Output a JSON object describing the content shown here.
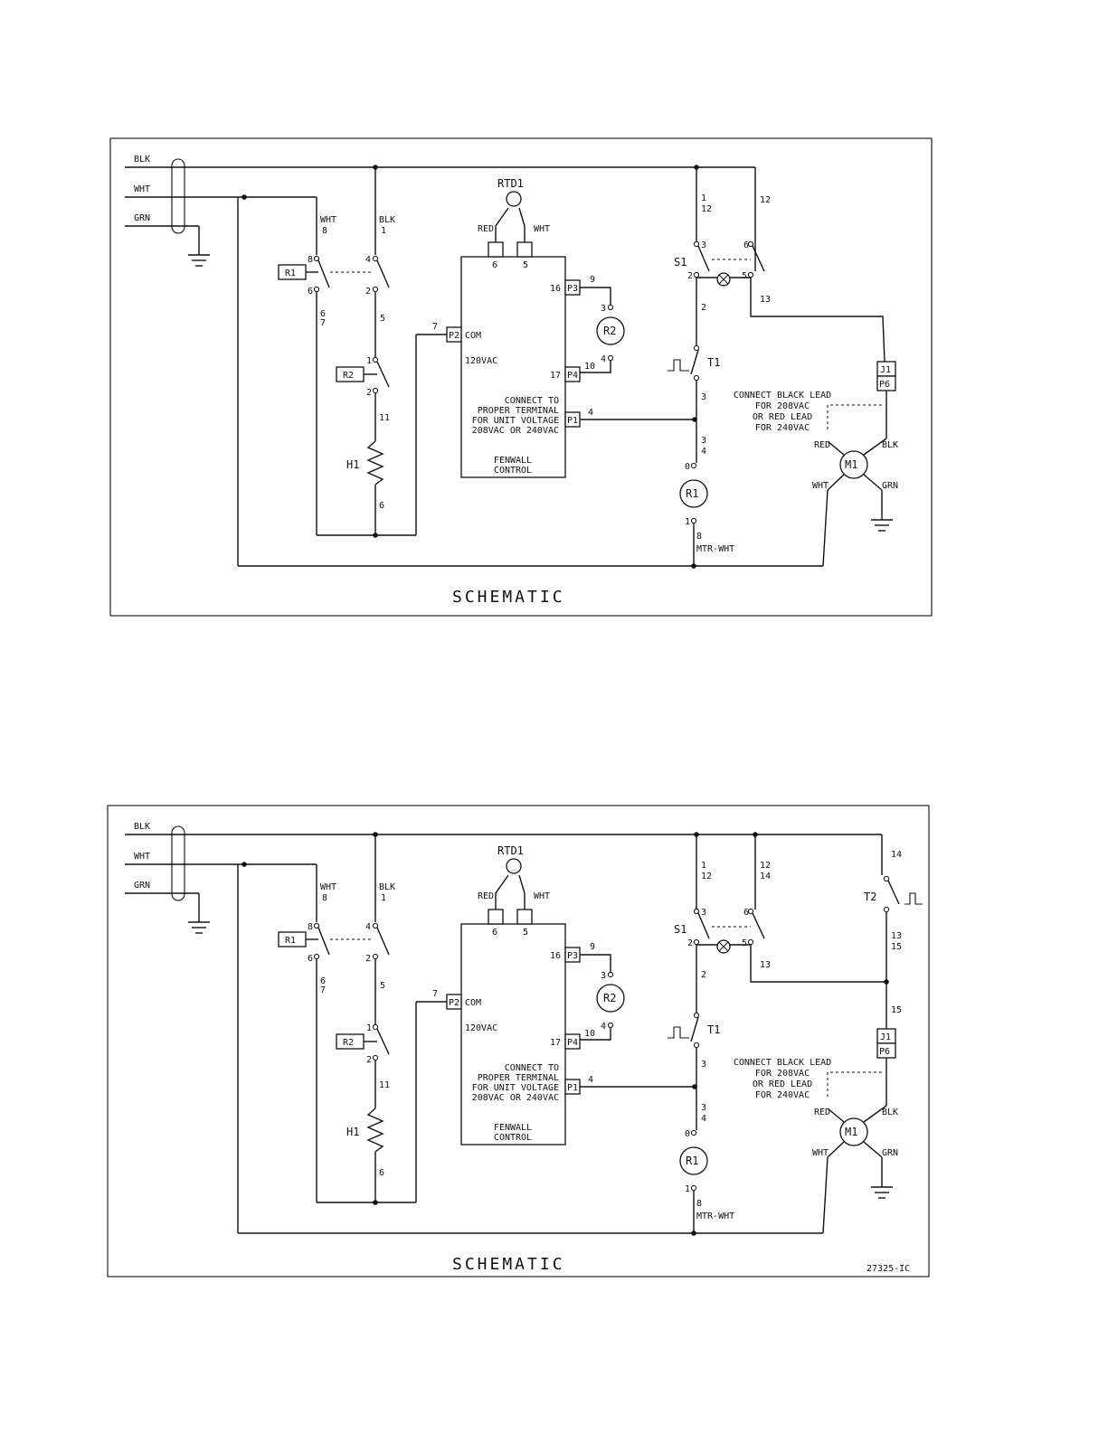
{
  "schematics": [
    {
      "title": "SCHEMATIC",
      "drawing_number": "",
      "variant": "single-thermostat"
    },
    {
      "title": "SCHEMATIC",
      "drawing_number": "27325-IC",
      "variant": "dual-thermostat"
    }
  ],
  "labels": {
    "blk": "BLK",
    "wht": "WHT",
    "grn": "GRN",
    "red": "RED",
    "wht8": "8",
    "blk1": "1",
    "r1": "R1",
    "r2": "R2",
    "h1": "H1",
    "s1": "S1",
    "t1": "T1",
    "t2": "T2",
    "m1": "M1",
    "rtd": "RTD1",
    "j1": "J1",
    "p6": "P6",
    "p1": "P1",
    "p2": "P2",
    "p3": "P3",
    "p4": "P4",
    "com": "COM",
    "v120": "120VAC",
    "connect_to": [
      "CONNECT TO",
      "PROPER TERMINAL",
      "FOR UNIT VOLTAGE",
      "208VAC OR 240VAC"
    ],
    "fenwall": [
      "FENWALL",
      "CONTROL"
    ],
    "lead_note": [
      "CONNECT BLACK LEAD",
      "FOR 208VAC",
      "OR RED LEAD",
      "FOR 240VAC"
    ],
    "mtr_wht": "MTR-WHT"
  }
}
